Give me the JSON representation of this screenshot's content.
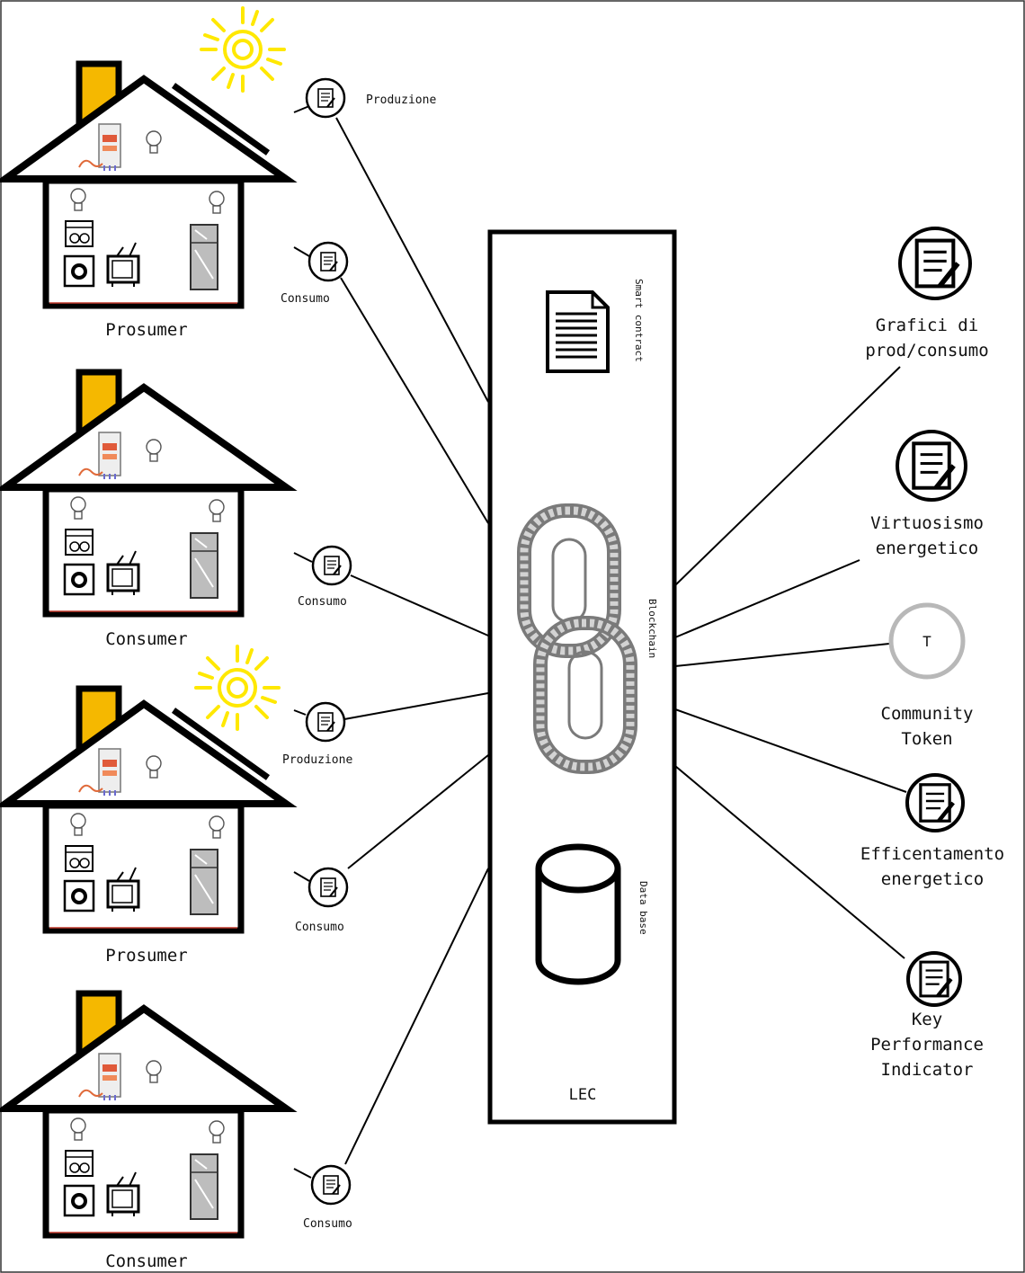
{
  "houses": [
    {
      "label": "Prosumer",
      "solar": true
    },
    {
      "label": "Consumer",
      "solar": false
    },
    {
      "label": "Prosumer",
      "solar": true
    },
    {
      "label": "Consumer",
      "solar": false
    }
  ],
  "meters": [
    {
      "label": "Produzione"
    },
    {
      "label": "Consumo"
    },
    {
      "label": "Consumo"
    },
    {
      "label": "Produzione"
    },
    {
      "label": "Consumo"
    },
    {
      "label": "Consumo"
    }
  ],
  "lec": {
    "title": "LEC",
    "smart_contract_label": "Smart contract",
    "blockchain_label": "Blockchain",
    "database_label": "Data base"
  },
  "outputs": [
    {
      "line1": "Grafici di",
      "line2": "prod/consumo",
      "line3": ""
    },
    {
      "line1": "Virtuosismo",
      "line2": "energetico",
      "line3": ""
    },
    {
      "line1": "Community",
      "line2": "Token",
      "line3": "",
      "icon_letter": "T"
    },
    {
      "line1": "Efficentamento",
      "line2": "energetico",
      "line3": ""
    },
    {
      "line1": "Key",
      "line2": "Performance",
      "line3": "Indicator"
    }
  ],
  "colors": {
    "chimney": "#f5b800",
    "sun": "#ffe800",
    "line": "#000000",
    "token_ring": "#b8b8b8",
    "chain_light": "#cfcfcf",
    "chain_dark": "#7a7a7a"
  }
}
